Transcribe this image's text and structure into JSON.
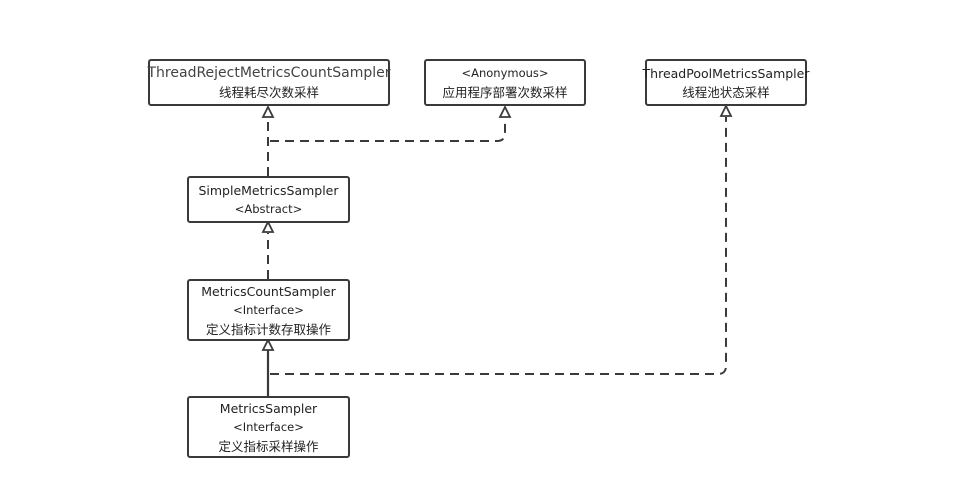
{
  "nodes": {
    "thread_reject": {
      "name": "ThreadRejectMetricsCountSampler",
      "desc": "线程耗尽次数采样"
    },
    "anonymous": {
      "stereotype": "<Anonymous>",
      "desc": "应用程序部署次数采样"
    },
    "thread_pool": {
      "name": "ThreadPoolMetricsSampler",
      "desc": "线程池状态采样"
    },
    "simple": {
      "name": "SimpleMetricsSampler",
      "stereotype": "<Abstract>"
    },
    "count": {
      "name": "MetricsCountSampler",
      "stereotype": "<Interface>",
      "desc": "定义指标计数存取操作"
    },
    "sampler": {
      "name": "MetricsSampler",
      "stereotype": "<Interface>",
      "desc": "定义指标采样操作"
    }
  },
  "colors": {
    "stroke": "#3a3a3a",
    "text": "#222222"
  }
}
